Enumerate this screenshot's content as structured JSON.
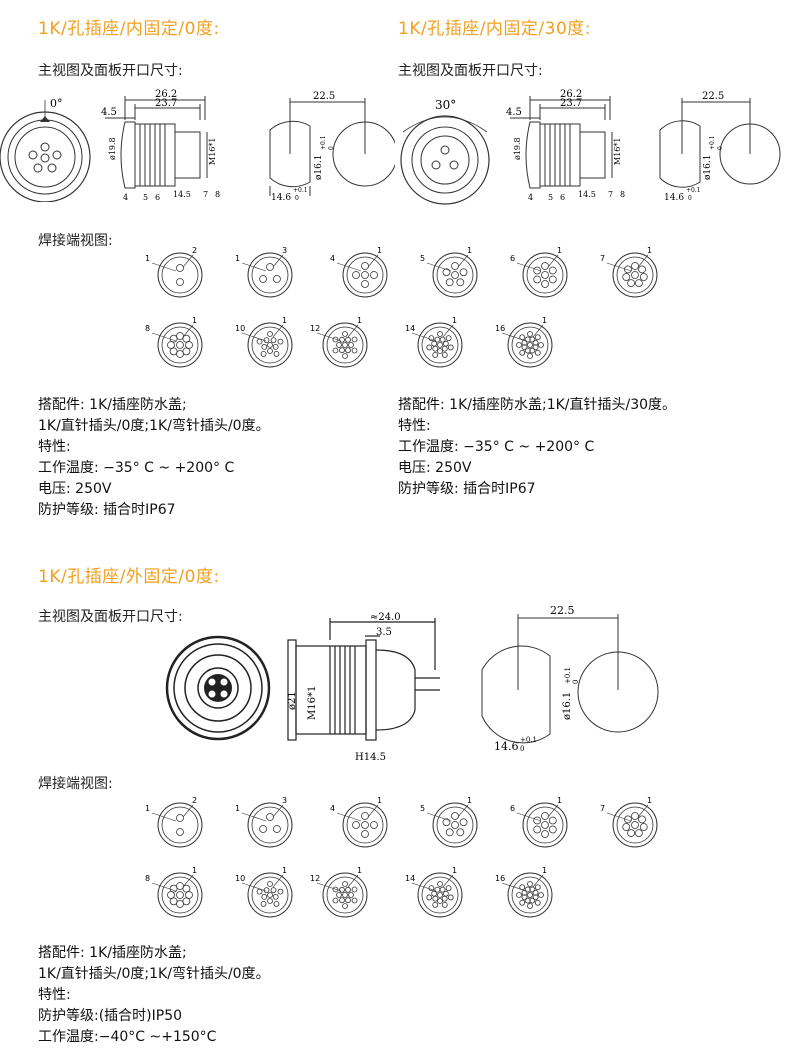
{
  "section1": {
    "title": "1K/孔插座/内固定/0度:",
    "main_view_label": "主视图及面板开口尺寸:",
    "solder_view_label": "焊接端视图:",
    "angle_label": "0°",
    "dims": {
      "d1": "26.2",
      "d2": "23.7",
      "d3": "4.5",
      "dia_body": "ø19.8",
      "thread": "M16*1",
      "nut": "14.5",
      "parts": [
        "4",
        "5",
        "6",
        "7",
        "8"
      ],
      "panel_w": "22.5",
      "panel_d": "ø16.1",
      "panel_d_tol": "+0.1",
      "panel_d_tol2": "0",
      "panel_flat": "14.6",
      "panel_flat_tol": "+0.1",
      "panel_flat_tol2": "0"
    },
    "accessories_lines": [
      "搭配件: 1K/插座防水盖;",
      "1K/直针插头/0度;1K/弯针插头/0度。"
    ],
    "spec_title": "特性:",
    "specs": [
      "工作温度: −35° C ~ +200° C",
      "电压: 250V",
      "防护等级: 插合时IP67"
    ]
  },
  "section2": {
    "title": "1K/孔插座/内固定/30度:",
    "main_view_label": "主视图及面板开口尺寸:",
    "angle_label": "30°",
    "dims": {
      "d1": "26.2",
      "d2": "23.7",
      "d3": "4.5",
      "dia_body": "ø19.8",
      "thread": "M16*1",
      "nut": "14.5",
      "parts": [
        "4",
        "5",
        "6",
        "7",
        "8"
      ],
      "panel_w": "22.5",
      "panel_d": "ø16.1",
      "panel_d_tol": "+0.1",
      "panel_d_tol2": "0",
      "panel_flat": "14.6",
      "panel_flat_tol": "+0.1",
      "panel_flat_tol2": "0"
    },
    "accessories_lines": [
      "搭配件: 1K/插座防水盖;1K/直针插头/30度。"
    ],
    "spec_title": "特性:",
    "specs": [
      "工作温度: −35° C ~ +200° C",
      "电压: 250V",
      "防护等级: 插合时IP67"
    ]
  },
  "section3": {
    "title": "1K/孔插座/外固定/0度:",
    "main_view_label": "主视图及面板开口尺寸:",
    "solder_view_label": "焊接端视图:",
    "dims": {
      "len": "≈24.0",
      "flange": "3.5",
      "dia": "ø21",
      "thread": "M16*1",
      "nut": "H14.5",
      "panel_w": "22.5",
      "panel_d": "ø16.1",
      "panel_d_tol": "+0.1",
      "panel_d_tol2": "0",
      "panel_flat": "14.6",
      "panel_flat_tol": "+0.1",
      "panel_flat_tol2": "0"
    },
    "accessories_lines": [
      "搭配件: 1K/插座防水盖;",
      "1K/直针插头/0度;1K/弯针插头/0度。"
    ],
    "spec_title": "特性:",
    "specs": [
      "防护等级:(插合时)IP50",
      "工作温度:−40°C ~+150°C"
    ]
  },
  "pin_views": [
    {
      "pins": "2",
      "labels": [
        "1",
        "2"
      ]
    },
    {
      "pins": "3",
      "labels": [
        "1",
        "3"
      ]
    },
    {
      "pins": "4",
      "labels": [
        "4",
        "1"
      ]
    },
    {
      "pins": "5",
      "labels": [
        "5",
        "1"
      ]
    },
    {
      "pins": "6",
      "labels": [
        "6",
        "1"
      ]
    },
    {
      "pins": "7",
      "labels": [
        "7",
        "1"
      ]
    },
    {
      "pins": "8",
      "labels": [
        "8",
        "1"
      ]
    },
    {
      "pins": "10",
      "labels": [
        "10",
        "1"
      ]
    },
    {
      "pins": "12",
      "labels": [
        "12",
        "1"
      ]
    },
    {
      "pins": "14",
      "labels": [
        "14",
        "1"
      ]
    },
    {
      "pins": "16",
      "labels": [
        "16",
        "1"
      ]
    }
  ],
  "colors": {
    "title": "#f0a020",
    "line": "#333333",
    "text": "#111111"
  }
}
